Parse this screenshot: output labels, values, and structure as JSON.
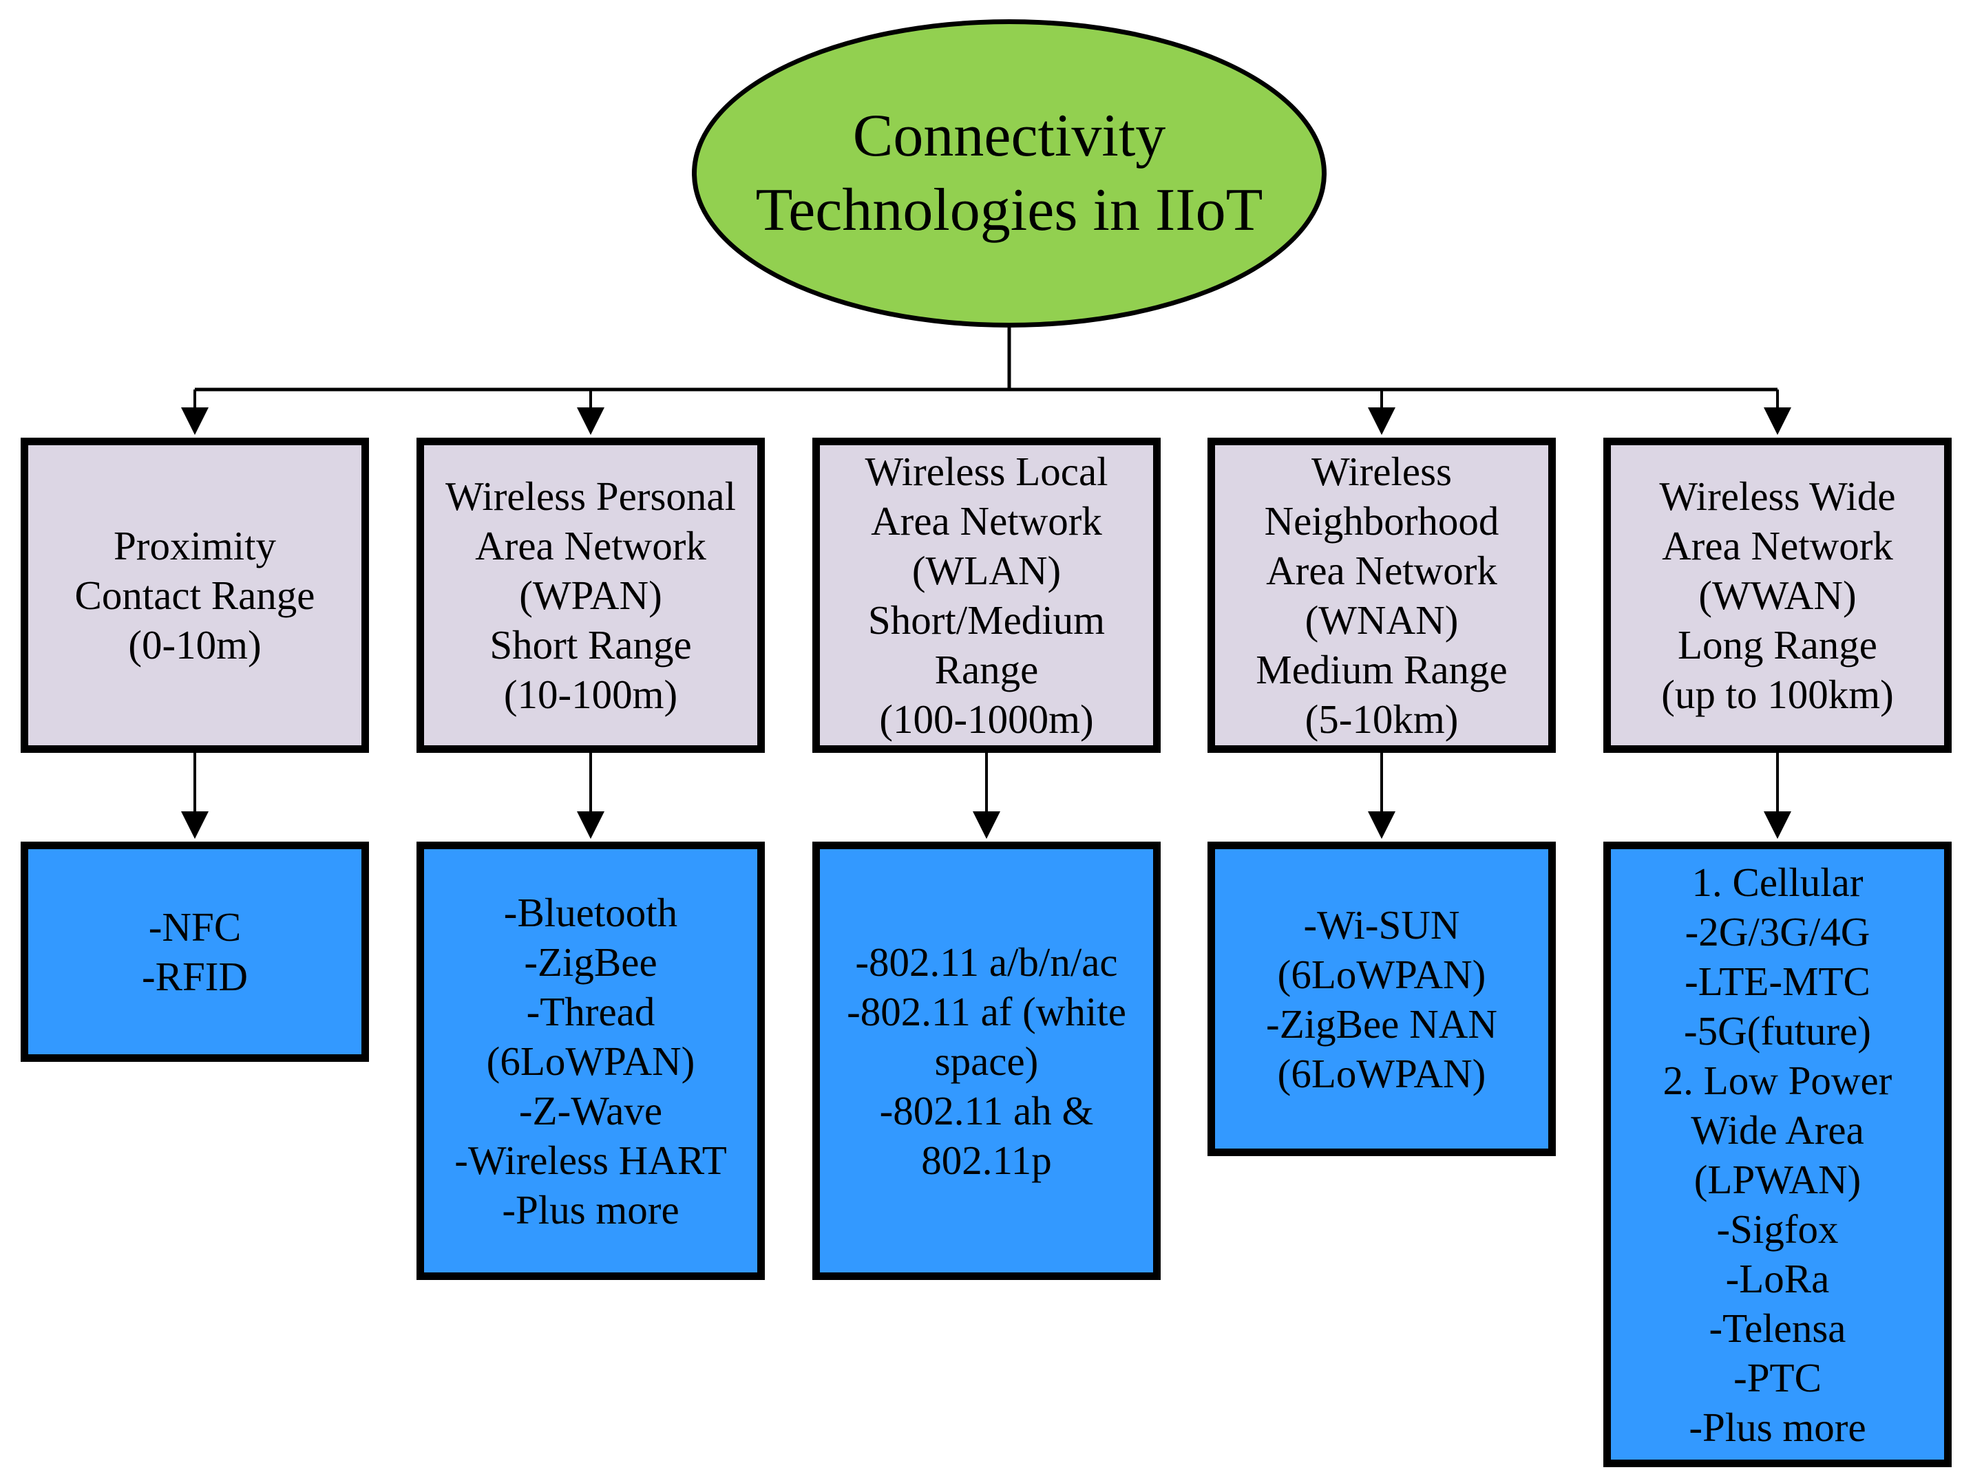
{
  "root": {
    "title": "Connectivity\nTechnologies in IIoT",
    "color": "#92d050"
  },
  "colors": {
    "category_fill": "#dcd6e4",
    "technology_fill": "#3399ff",
    "border": "#000000"
  },
  "categories": [
    {
      "label": "Proximity\nContact Range\n(0-10m)",
      "technologies": "-NFC\n-RFID"
    },
    {
      "label": "Wireless Personal\nArea Network\n(WPAN)\nShort Range\n(10-100m)",
      "technologies": "-Bluetooth\n-ZigBee\n-Thread\n(6LoWPAN)\n-Z-Wave\n-Wireless HART\n-Plus more"
    },
    {
      "label": "Wireless Local\nArea Network\n(WLAN)\nShort/Medium\nRange\n(100-1000m)",
      "technologies": "-802.11 a/b/n/ac\n-802.11 af (white\nspace)\n-802.11 ah &\n802.11p"
    },
    {
      "label": "Wireless\nNeighborhood\nArea Network\n(WNAN)\nMedium Range\n(5-10km)",
      "technologies": "-Wi-SUN\n(6LoWPAN)\n-ZigBee NAN\n(6LoWPAN)"
    },
    {
      "label": "Wireless Wide\nArea Network\n(WWAN)\nLong Range\n(up to 100km)",
      "technologies": "1. Cellular\n-2G/3G/4G\n-LTE-MTC\n-5G(future)\n2. Low Power\nWide Area\n(LPWAN)\n-Sigfox\n-LoRa\n-Telensa\n-PTC\n-Plus more"
    }
  ]
}
